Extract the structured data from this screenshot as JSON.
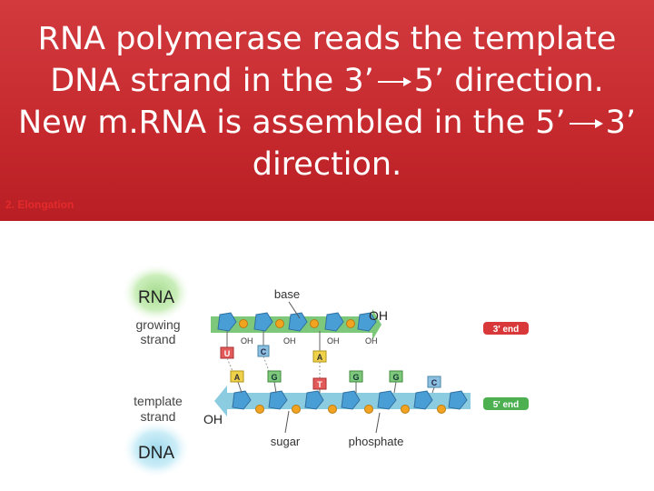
{
  "title": {
    "line1": "RNA polymerase reads the template",
    "line2_a": "DNA strand in the 3’",
    "line2_b": "5’ direction.",
    "line3_a": "New m.RNA is assembled in the 5’",
    "line3_b": "3’",
    "line4": "direction."
  },
  "step_label": "2. Elongation",
  "diagram": {
    "rna_label": "RNA",
    "dna_label": "DNA",
    "growing_strand_1": "growing",
    "growing_strand_2": "strand",
    "template_strand_1": "template",
    "template_strand_2": "strand",
    "base": "base",
    "sugar": "sugar",
    "phosphate": "phosphate",
    "oh": "OH",
    "oh_small": "OH",
    "end_3": "3′ end",
    "end_5": "5′ end",
    "rna_bases": [
      "U",
      "C",
      "A"
    ],
    "dna_bases": [
      "A",
      "G",
      "T",
      "G",
      "G",
      "C"
    ]
  },
  "colors": {
    "banner": "#c5292e",
    "rna_strand": "#7dc87a",
    "dna_strand": "#8ccce0",
    "end_badge": "#d8383a"
  }
}
